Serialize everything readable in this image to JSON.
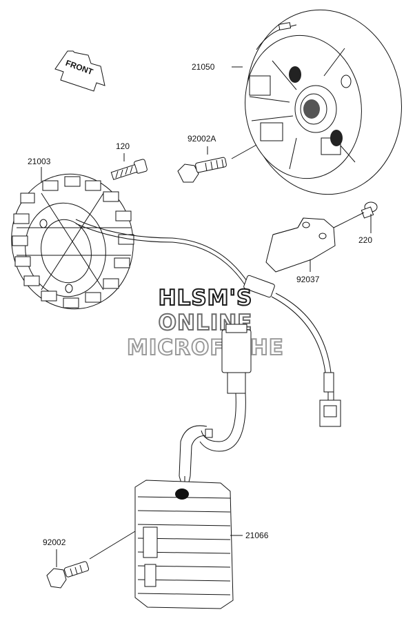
{
  "arrow_text": "FRONT",
  "labels": {
    "p21050": "21050",
    "p92002A": "92002A",
    "p120": "120",
    "p21003": "21003",
    "p220": "220",
    "p92037": "92037",
    "p21066": "21066",
    "p92002": "92002"
  },
  "watermark": {
    "line1": "HLSM'S",
    "line2": "ONLINE",
    "line3": "MICROFICHE",
    "color1": "#1a1a1a",
    "color2": "#6b6b6b",
    "color3": "#9a9a9a"
  }
}
